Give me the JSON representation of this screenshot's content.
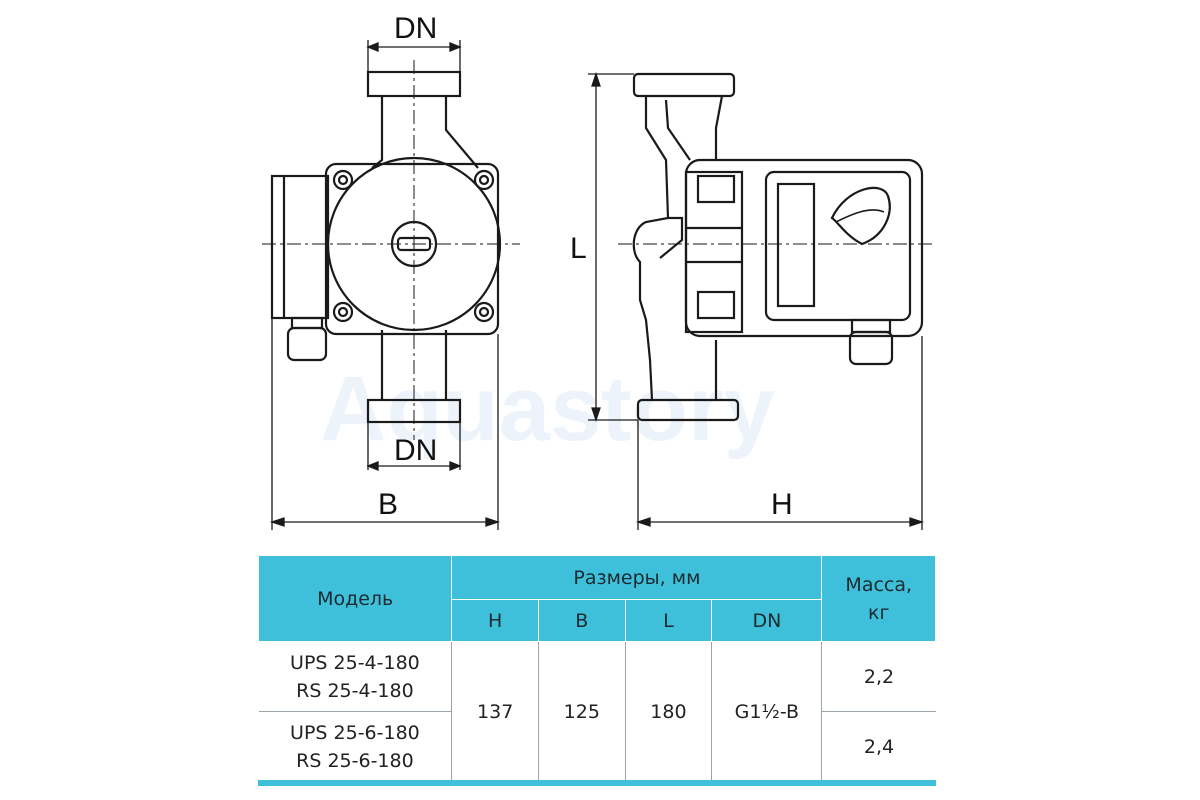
{
  "watermark": "Aquastory",
  "labels": {
    "dn_top": "DN",
    "dn_bottom": "DN",
    "b": "B",
    "l": "L",
    "h": "H"
  },
  "table": {
    "col_model": "Модель",
    "col_dims": "Размеры, мм",
    "col_mass": "Масса, кг",
    "sub_h": "H",
    "sub_b": "B",
    "sub_l": "L",
    "sub_dn": "DN",
    "rows": [
      {
        "model_1": "UPS 25-4-180",
        "model_2": "RS 25-4-180",
        "mass": "2,2"
      },
      {
        "model_1": "UPS 25-6-180",
        "model_2": "RS 25-6-180",
        "mass": "2,4"
      }
    ],
    "shared": {
      "h": "137",
      "b": "125",
      "l": "180",
      "dn": "G1½-B"
    }
  },
  "colors": {
    "header": "#3fc0da",
    "line": "#1a1a1a"
  }
}
